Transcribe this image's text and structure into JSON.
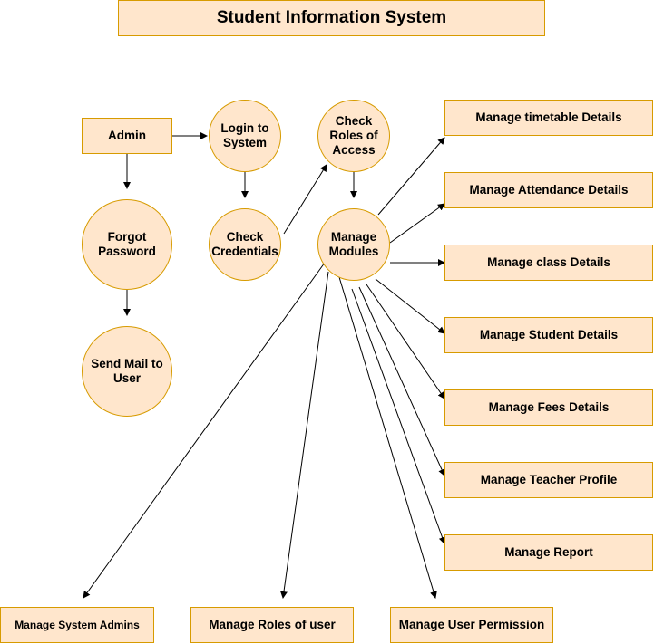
{
  "title": "Student Information System",
  "nodes": {
    "admin": "Admin",
    "login": "Login to\nSystem",
    "check_roles": "Check\nRoles of\nAccess",
    "forgot": "Forgot\nPassword",
    "check_credentials": "Check\nCredentials",
    "manage_modules": "Manage\nModules",
    "send_mail": "Send Mail to\nUser",
    "timetable": "Manage timetable Details",
    "attendance": "Manage Attendance Details",
    "class": "Manage class Details",
    "student": "Manage Student Details",
    "fees": "Manage Fees Details",
    "teacher": "Manage Teacher Profile",
    "report": "Manage Report",
    "system_admins": "Manage System Admins",
    "roles_of_user": "Manage Roles of user",
    "user_permission": "Manage User Permission"
  },
  "colors": {
    "fill": "#ffe6cc",
    "stroke": "#d79b00",
    "edge": "#000000"
  }
}
